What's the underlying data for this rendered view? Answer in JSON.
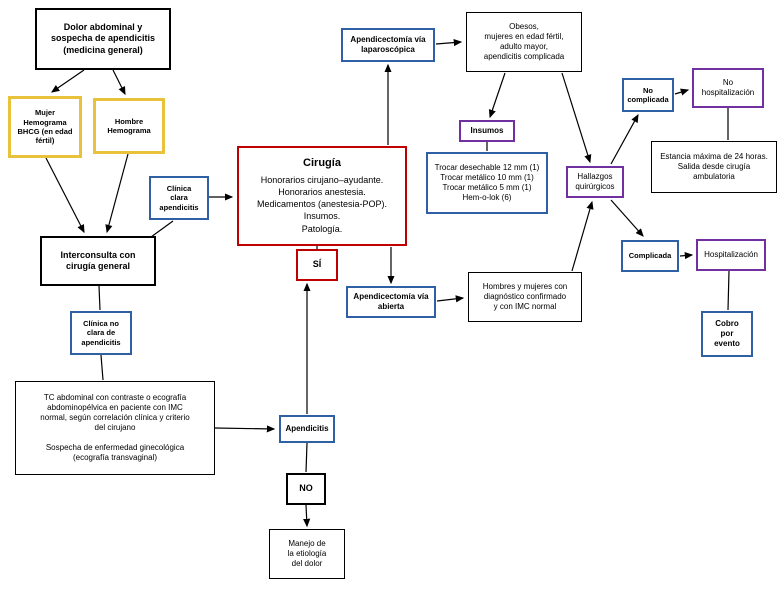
{
  "colors": {
    "box_black": "#000000",
    "box_yellow": "#E8C23A",
    "box_blue": "#2F5FA5",
    "box_purple": "#7030A0",
    "box_red": "#C00000",
    "background": "#FFFFFF",
    "text": "#000000"
  },
  "nodes": {
    "dolor_abdominal": "Dolor abdominal y\nsospecha de apendicitis\n(medicina general)",
    "mujer": "Mujer\nHemograma\nBHCG (en edad\nfértil)",
    "hombre": "Hombre\nHemograma",
    "interconsulta": "Interconsulta con\ncirugía general",
    "clinica_clara": "Clínica\nclara\napendicitis",
    "clinica_no_clara": "Clínica no\nclara de\napendicitis",
    "tc_abdominal": "TC abdominal con contraste o ecografía\nabdominopélvica en paciente con IMC\nnormal, según correlación clínica y criterio\ndel cirujano\n\nSospecha de enfermedad ginecológica\n(ecografía transvaginal)",
    "cirugia_title": "Cirugía",
    "cirugia_body": "Honorarios cirujano–ayudante.\nHonorarios anestesia.\nMedicamentos (anestesia-POP).\nInsumos.\nPatología.",
    "si": "SÍ",
    "apendicectomia_laparoscopica": "Apendicectomía vía\nlaparoscópica",
    "apendicectomia_abierta": "Apendicectomía vía\nabierta",
    "obesos": "Obesos,\nmujeres en edad fértil,\nadulto mayor,\napendicitis complicada",
    "insumos": "Insumos",
    "trocar": "Trocar desechable 12 mm (1)\nTrocar metálico 10 mm (1)\nTrocar metálico 5 mm (1)\nHem-o-lok (6)",
    "hombres_mujeres": "Hombres y mujeres con\ndiagnóstico confirmado\ny con IMC normal",
    "hallazgos": "Hallazgos\nquirúrgicos",
    "no_complicada": "No\ncomplicada",
    "no_hospitalizacion": "No\nhospitalización",
    "estancia": "Estancia máxima de 24 horas.\nSalida desde cirugía\nambulatoria",
    "complicada": "Complicada",
    "hospitalizacion": "Hospitalización",
    "cobro_evento": "Cobro\npor\nevento",
    "apendicitis": "Apendicitis",
    "no": "NO",
    "manejo": "Manejo de\nla etiología\ndel dolor"
  }
}
